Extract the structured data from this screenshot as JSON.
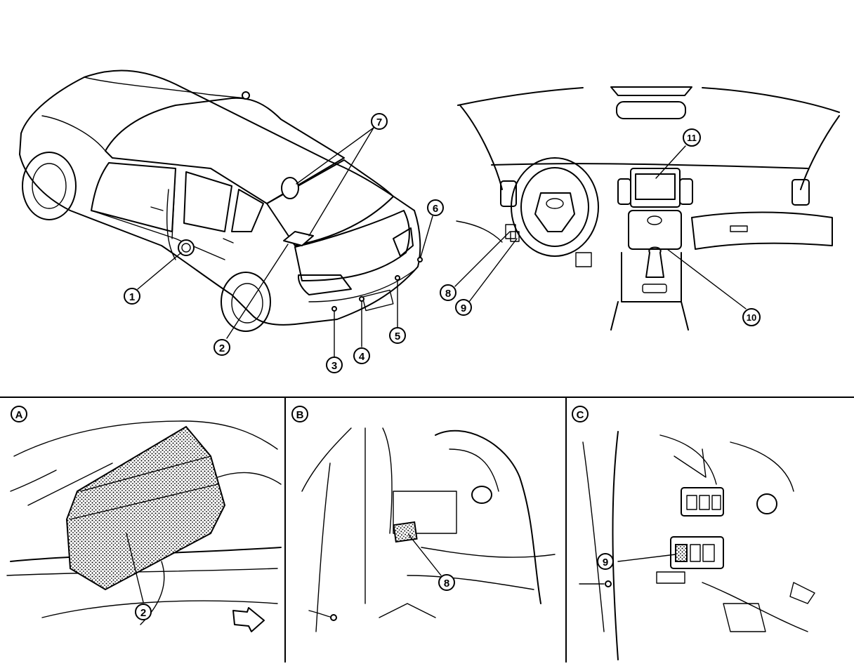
{
  "callouts": [
    {
      "num": "1"
    },
    {
      "num": "2"
    },
    {
      "num": "3"
    },
    {
      "num": "4"
    },
    {
      "num": "5"
    },
    {
      "num": "6"
    },
    {
      "num": "7"
    },
    {
      "num": "8"
    },
    {
      "num": "9"
    },
    {
      "num": "10"
    },
    {
      "num": "11"
    }
  ],
  "detail_callouts": {
    "a_part": "2",
    "b_part": "8",
    "c_part": "9"
  },
  "panels": {
    "a": {
      "label": "A"
    },
    "b": {
      "label": "B"
    },
    "c": {
      "label": "C"
    }
  }
}
